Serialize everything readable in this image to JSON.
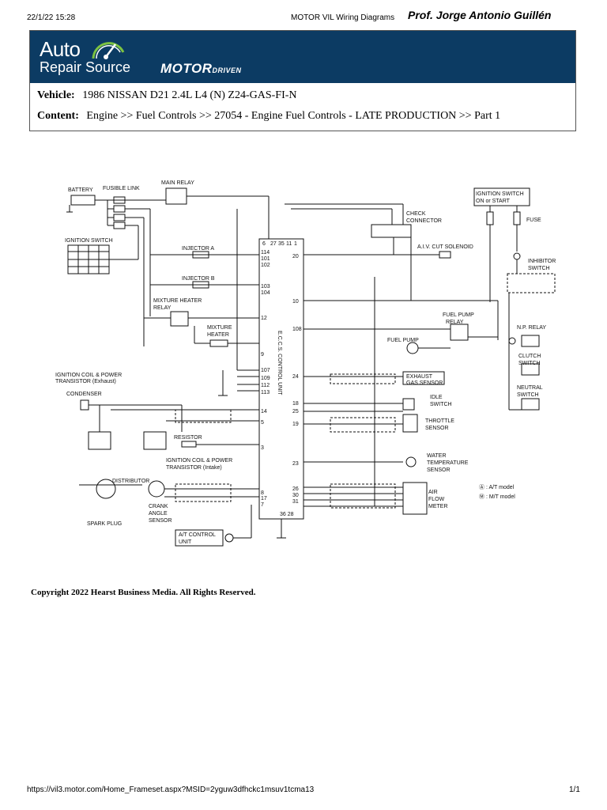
{
  "print_header": {
    "datetime": "22/1/22 15:28",
    "title": "MOTOR VIL Wiring Diagrams",
    "author": "Prof. Jorge Antonio Guillén"
  },
  "banner": {
    "logo_line1": "Auto",
    "logo_line2": "Repair Source",
    "motor_brand": "MOTOR",
    "motor_suffix": "DRIVEN"
  },
  "vehicle": {
    "label": "Vehicle:",
    "value": "1986 NISSAN D21 2.4L L4 (N) Z24-GAS-FI-N"
  },
  "content": {
    "label": "Content:",
    "value": "Engine >> Fuel Controls >> 27054 - Engine Fuel Controls - LATE PRODUCTION >> Part 1"
  },
  "diagram": {
    "unit_label": "E.C.C.S. CONTROL UNIT",
    "labels": {
      "battery": "BATTERY",
      "fusible_link": "FUSIBLE LINK",
      "main_relay": "MAIN RELAY",
      "ignition_switch": "IGNITION SWITCH",
      "injector_a": "INJECTOR A",
      "injector_b": "INJECTOR B",
      "mixture_heater_relay_1": "MIXTURE HEATER",
      "mixture_heater_relay_2": "RELAY",
      "mixture_heater_1": "MIXTURE",
      "mixture_heater_2": "HEATER",
      "ign_coil_exhaust_1": "IGNITION COIL & POWER",
      "ign_coil_exhaust_2": "TRANSISTOR (Exhaust)",
      "condenser": "CONDENSER",
      "resistor": "RESISTOR",
      "ign_coil_intake_1": "IGNITION COIL & POWER",
      "ign_coil_intake_2": "TRANSISTOR (Intake)",
      "distributor": "DISTRIBUTOR",
      "spark_plug": "SPARK PLUG",
      "crank_angle_1": "CRANK",
      "crank_angle_2": "ANGLE",
      "crank_angle_3": "SENSOR",
      "at_control_1": "A/T CONTROL",
      "at_control_2": "UNIT",
      "check_connector_1": "CHECK",
      "check_connector_2": "CONNECTOR",
      "aiv_cut": "A.I.V. CUT SOLENOID",
      "ign_switch_on_1": "IGNITION SWITCH",
      "ign_switch_on_2": "ON or START",
      "fuse": "FUSE",
      "inhibitor_1": "INHIBITOR",
      "inhibitor_2": "SWITCH",
      "fuel_pump_relay_1": "FUEL PUMP",
      "fuel_pump_relay_2": "RELAY",
      "fuel_pump": "FUEL PUMP",
      "np_relay": "N.P. RELAY",
      "clutch_1": "CLUTCH",
      "clutch_2": "SWITCH",
      "neutral_1": "NEUTRAL",
      "neutral_2": "SWITCH",
      "exhaust_1": "EXHAUST",
      "exhaust_2": "GAS SENSOR",
      "idle_1": "IDLE",
      "idle_2": "SWITCH",
      "throttle_1": "THROTTLE",
      "throttle_2": "SENSOR",
      "water_1": "WATER",
      "water_2": "TEMPERATURE",
      "water_3": "SENSOR",
      "afm_1": "AIR",
      "afm_2": "FLOW",
      "afm_3": "METER",
      "legend_at": "Ⓐ : A/T model",
      "legend_mt": "Ⓜ : M/T model"
    },
    "pins_top": [
      "6",
      "27",
      "35",
      "11",
      "1"
    ],
    "pins_left": [
      "114",
      "101",
      "102",
      "103",
      "104",
      "12",
      "9",
      "107",
      "109",
      "112",
      "113",
      "14",
      "5",
      "3",
      "8",
      "17",
      "7"
    ],
    "pins_right": [
      "20",
      "10",
      "108",
      "24",
      "18",
      "25",
      "19",
      "23",
      "26",
      "30",
      "31"
    ],
    "pins_bottom": "36 28"
  },
  "copyright": "Copyright 2022 Hearst Business Media. All Rights Reserved.",
  "print_footer": {
    "url": "https://vil3.motor.com/Home_Frameset.aspx?MSID=2yguw3dfhckc1msuv1tcma13",
    "page": "1/1"
  }
}
